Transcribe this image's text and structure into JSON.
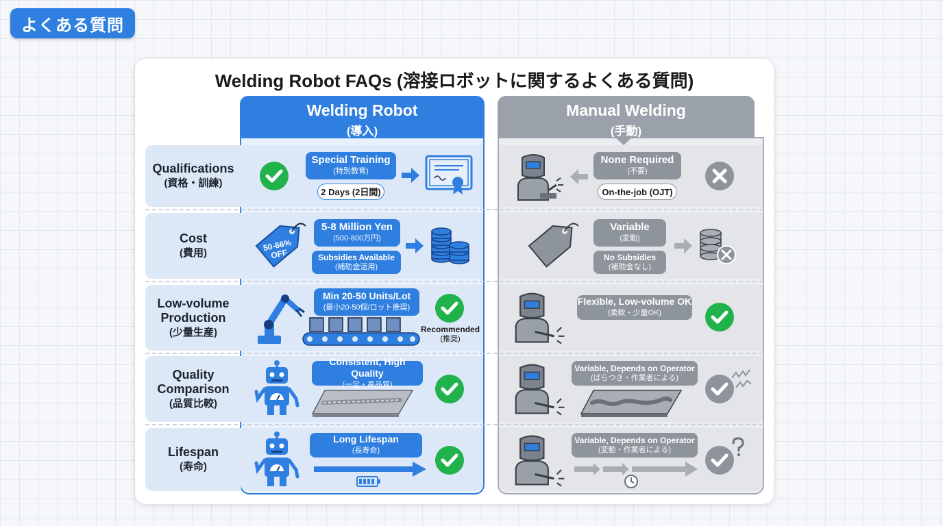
{
  "badge": "よくある質問",
  "title": "Welding Robot FAQs (溶接ロボットに関するよくある質問)",
  "columns": {
    "robot": {
      "en": "Welding Robot",
      "jp": "(導入)"
    },
    "manual": {
      "en": "Manual Welding",
      "jp": "(手動)"
    }
  },
  "rows": [
    {
      "en": "Qualifications",
      "jp": "(資格・訓練)"
    },
    {
      "en": "Cost",
      "jp": "(費用)"
    },
    {
      "en": "Low-volume\nProduction",
      "jp": "(少量生産)"
    },
    {
      "en": "Quality\nComparison",
      "jp": "(品質比較)"
    },
    {
      "en": "Lifespan",
      "jp": "(寿命)"
    }
  ],
  "robot": {
    "qual": {
      "pill": "Special Training",
      "pill_jp": "(特別教育)",
      "outline": "2 Days (2日間)"
    },
    "cost": {
      "tag": "50-66%\nOFF",
      "pill": "5-8 Million Yen",
      "pill_jp": "(500-800万円)",
      "sub": "Subsidies Available",
      "sub_jp": "(補助金活用)"
    },
    "low": {
      "pill": "Min 20-50 Units/Lot",
      "pill_jp": "(最小20-50個/ロット推奨)",
      "rec": "Recommended",
      "rec_jp": "(推奨)"
    },
    "quality": {
      "pill": "Consistent, High Quality",
      "pill_jp": "(一定・高品質)"
    },
    "life": {
      "pill": "Long Lifespan",
      "pill_jp": "(長寿命)"
    }
  },
  "manual": {
    "qual": {
      "pill": "None Required",
      "pill_jp": "(不要)",
      "outline": "On-the-job (OJT)"
    },
    "cost": {
      "pill": "Variable",
      "pill_jp": "(変動)",
      "sub": "No Subsidies",
      "sub_jp": "(補助金なし)"
    },
    "low": {
      "pill": "Flexible, Low-volume OK",
      "pill_jp": "(柔軟・少量OK)"
    },
    "quality": {
      "pill": "Variable, Depends on Operator",
      "pill_jp": "(ばらつき・作業者による)"
    },
    "life": {
      "pill": "Variable, Depends on Operator",
      "pill_jp": "(変動・作業者による)"
    }
  },
  "colors": {
    "blue": "#2f7fe0",
    "green": "#22b24c",
    "grey": "#8e949c"
  },
  "icons": [
    "check-icon",
    "x-icon",
    "certificate-icon",
    "welder-icon",
    "price-tag-icon",
    "coin-stack-icon",
    "robot-arm-icon",
    "conveyor-icon",
    "robot-icon",
    "metal-plate-icon",
    "battery-icon",
    "clock-icon",
    "question-icon",
    "arrow-icon"
  ]
}
